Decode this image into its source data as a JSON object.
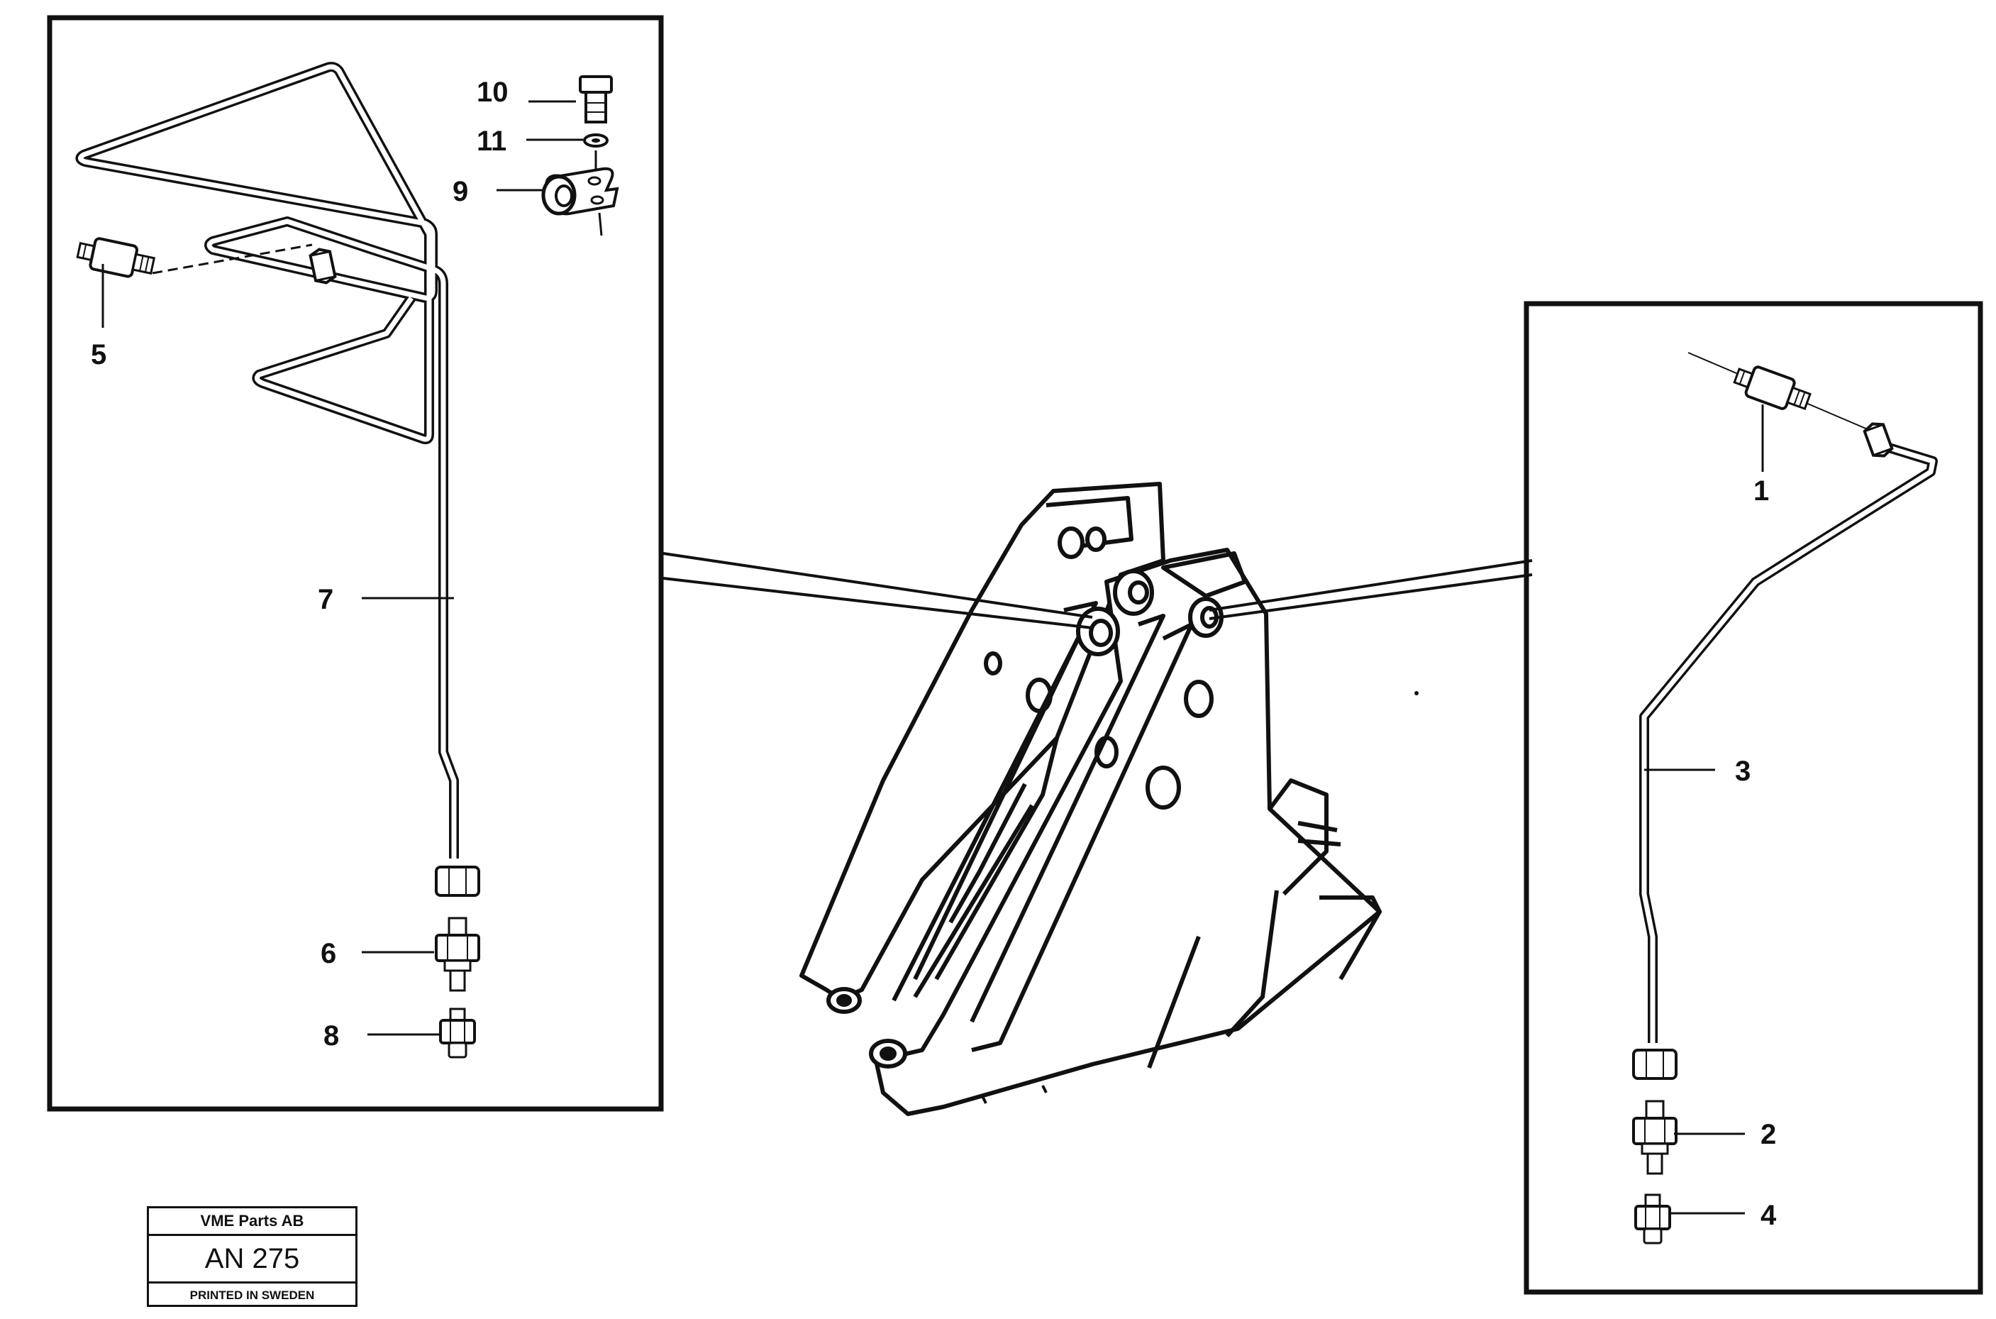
{
  "callouts": {
    "c1": "1",
    "c2": "2",
    "c3": "3",
    "c4": "4",
    "c5": "5",
    "c6": "6",
    "c7": "7",
    "c8": "8",
    "c9": "9",
    "c10": "10",
    "c11": "11"
  },
  "stamp": {
    "company": "VME Parts AB",
    "code": "AN 275",
    "footer": "PRINTED IN SWEDEN"
  }
}
